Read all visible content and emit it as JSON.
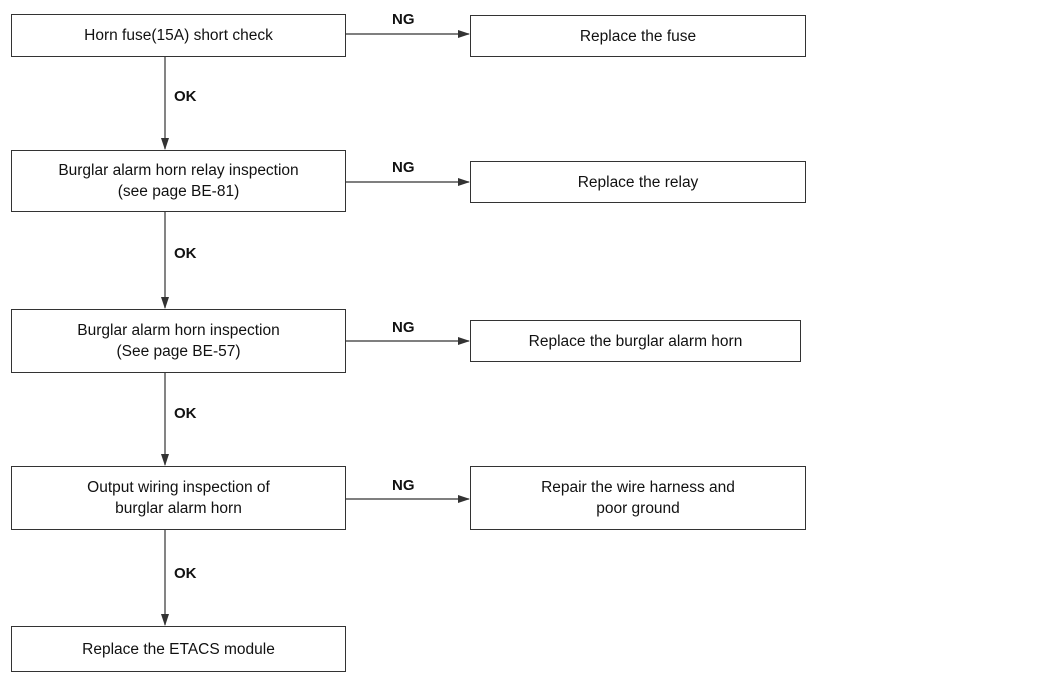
{
  "flowchart": {
    "steps": [
      {
        "lines": [
          "Horn fuse(15A) short check"
        ]
      },
      {
        "lines": [
          "Burglar alarm horn relay inspection",
          "(see page BE-81)"
        ]
      },
      {
        "lines": [
          "Burglar alarm horn inspection",
          "(See page BE-57)"
        ]
      },
      {
        "lines": [
          "Output wiring inspection of",
          "burglar alarm horn"
        ]
      },
      {
        "lines": [
          "Replace the ETACS module"
        ]
      }
    ],
    "actions": [
      {
        "lines": [
          "Replace the fuse"
        ]
      },
      {
        "lines": [
          "Replace the relay"
        ]
      },
      {
        "lines": [
          "Replace the burglar alarm horn"
        ]
      },
      {
        "lines": [
          "Repair the wire harness and",
          "poor ground"
        ]
      }
    ],
    "ok_label": "OK",
    "ng_label": "NG",
    "colors": {
      "line": "#333333",
      "text": "#111111",
      "background": "#ffffff"
    }
  }
}
